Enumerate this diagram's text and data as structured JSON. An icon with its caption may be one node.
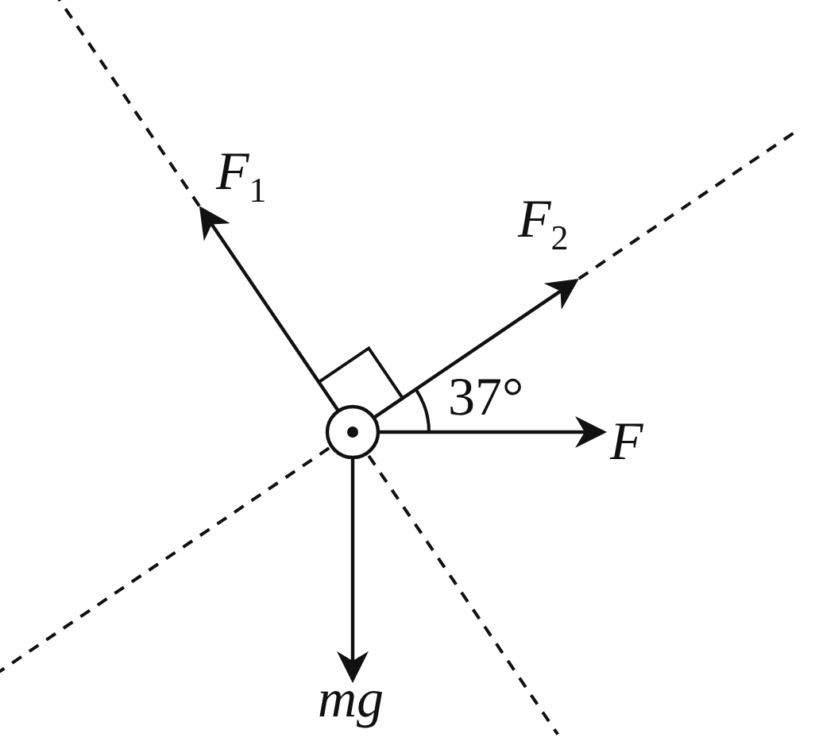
{
  "diagram": {
    "labels": [
      "*F*$_{1}$",
      "*F*$_{2}$",
      "37°",
      "F",
      "mg"
    ]
  }
}
